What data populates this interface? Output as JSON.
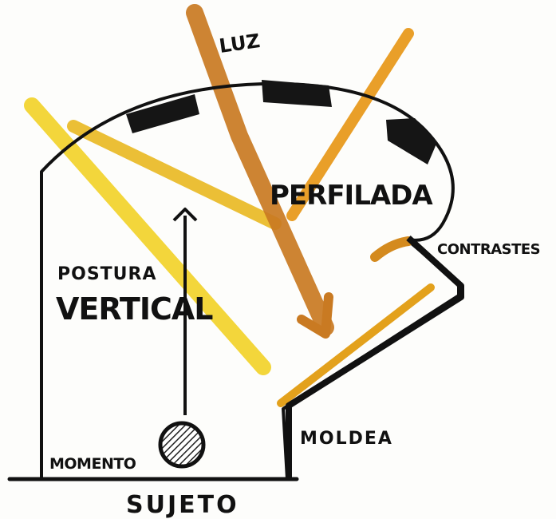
{
  "labels": {
    "luz": "LUZ",
    "perfilada": "PERFILADA",
    "contrastes": "CONTRASTES",
    "postura": "POSTURA",
    "vertical": "VERTICAL",
    "moldea": "MOLDEA",
    "momento": "MOMENTO",
    "sujeto": "SUJETO"
  },
  "colors": {
    "ink": "#111111",
    "yellow": "#f2d430",
    "orange": "#e39a1c",
    "brown": "#c8741c",
    "paper": "#fdfdfb"
  }
}
